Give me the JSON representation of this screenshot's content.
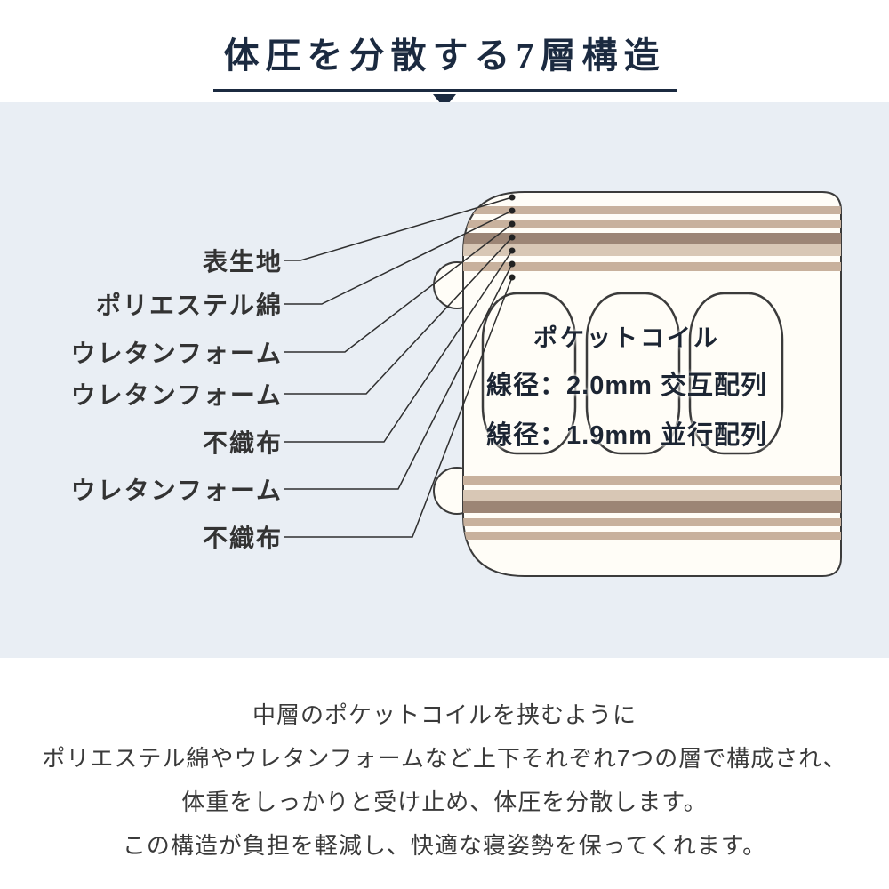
{
  "title": "体圧を分散する7層構造",
  "diagram": {
    "labels": [
      "表生地",
      "ポリエステル綿",
      "ウレタンフォーム",
      "ウレタンフォーム",
      "不織布",
      "ウレタンフォーム",
      "不織布"
    ],
    "coil": {
      "heading": "ポケットコイル",
      "spec_line1": "線径：2.0mm 交互配列",
      "spec_line2": "線径：1.9mm 並行配列"
    }
  },
  "description": {
    "lines": [
      "中層のポケットコイルを挟むように",
      "ポリエステル綿やウレタンフォームなど上下それぞれ7つの層で構成され、",
      "体重をしっかりと受け止め、体圧を分散します。",
      "この構造が負担を軽減し、快適な寝姿勢を保ってくれます。"
    ]
  },
  "colors": {
    "title_navy": "#1b2a40",
    "diagram_background": "#e9eef4",
    "mattress_cream": "#fffdf7",
    "layer_tan": "#c8b19d",
    "layer_brown": "#9c8575",
    "layer_light": "#d8c7b5",
    "text_dark": "#333333"
  }
}
